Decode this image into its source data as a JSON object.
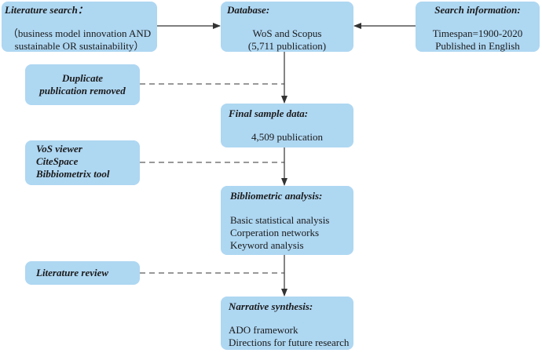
{
  "boxes": {
    "literature_search": {
      "title": "Literature search：",
      "lines": [
        "（business model innovation AND",
        "sustainable OR sustainability）"
      ]
    },
    "database": {
      "title": "Database:",
      "lines": [
        "WoS and Scopus",
        "(5,711 publication)"
      ]
    },
    "search_information": {
      "title": "Search information:",
      "lines": [
        "Timespan=1900-2020",
        "Published in English"
      ]
    },
    "duplicate": {
      "lines": [
        "Duplicate",
        "publication removed"
      ]
    },
    "final_sample": {
      "title": "Final sample data:",
      "lines": [
        "4,509 publication"
      ]
    },
    "tools": {
      "lines": [
        "VoS viewer",
        "CiteSpace",
        "Bibbiometrix tool"
      ]
    },
    "bibliometric": {
      "title": "Bibliometric analysis:",
      "lines": [
        "Basic statistical analysis",
        "Corperation networks",
        "Keyword analysis"
      ]
    },
    "literature_review": {
      "lines": [
        "Literature review"
      ]
    },
    "narrative": {
      "title": "Narrative synthesis:",
      "lines": [
        "ADO framework",
        "Directions for future research"
      ]
    }
  },
  "colors": {
    "box_fill": "#aed7f2",
    "text": "#1a1a1a",
    "connector": "#333333"
  }
}
